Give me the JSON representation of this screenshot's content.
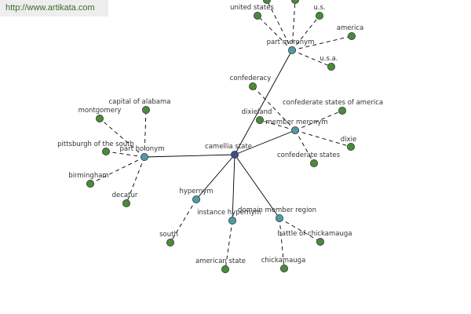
{
  "watermark": "http://www.artikata.com",
  "colors": {
    "root": "#3d4f8f",
    "relation": "#4f9aa6",
    "term": "#4a8a3c",
    "node_stroke": "#2e3a2e",
    "edge": "#000000",
    "label": "#333333"
  },
  "graph": {
    "root": {
      "id": "camellia-state",
      "label": "camellia state"
    },
    "relations": [
      {
        "id": "part-meronym",
        "label": "part meronym",
        "terms": [
          {
            "id": "united-states",
            "label": "united states"
          },
          {
            "id": "us",
            "label": "u.s."
          },
          {
            "id": "america",
            "label": "america"
          },
          {
            "id": "usa",
            "label": "u.s.a."
          },
          {
            "id": "stub-1",
            "label": ""
          },
          {
            "id": "stub-2",
            "label": ""
          }
        ]
      },
      {
        "id": "member-meronym",
        "label": "member meronym",
        "terms": [
          {
            "id": "confederacy",
            "label": "confederacy"
          },
          {
            "id": "dixieland",
            "label": "dixieland"
          },
          {
            "id": "confederate-states-of-america",
            "label": "confederate states of america"
          },
          {
            "id": "dixie",
            "label": "dixie"
          },
          {
            "id": "confederate-states",
            "label": "confederate states"
          }
        ]
      },
      {
        "id": "part-holonym",
        "label": "part holonym",
        "terms": [
          {
            "id": "montgomery",
            "label": "montgomery"
          },
          {
            "id": "capital-of-alabama",
            "label": "capital of alabama"
          },
          {
            "id": "pittsburgh-of-the-south",
            "label": "pittsburgh of the south"
          },
          {
            "id": "birmingham",
            "label": "birmingham"
          },
          {
            "id": "decatur",
            "label": "decatur"
          }
        ]
      },
      {
        "id": "hypernym",
        "label": "hypernym",
        "terms": [
          {
            "id": "south",
            "label": "south"
          }
        ]
      },
      {
        "id": "instance-hypernym",
        "label": "instance hypernym",
        "terms": [
          {
            "id": "american-state",
            "label": "american state"
          }
        ]
      },
      {
        "id": "domain-member-region",
        "label": "domain member region",
        "terms": [
          {
            "id": "battle-of-chickamauga",
            "label": "battle of chickamauga"
          },
          {
            "id": "chickamauga",
            "label": "chickamauga"
          }
        ]
      }
    ]
  }
}
